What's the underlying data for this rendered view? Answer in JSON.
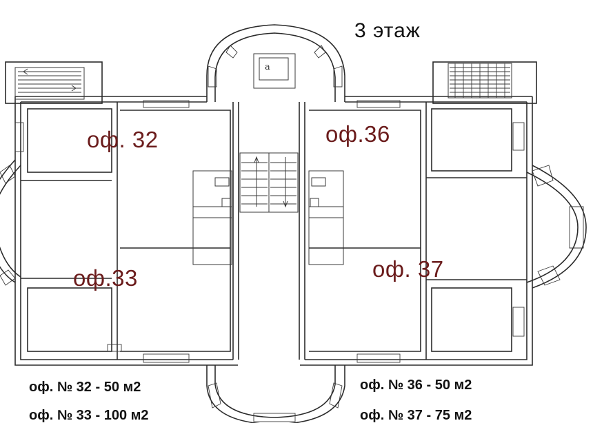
{
  "title": "3 этаж",
  "stair_mark": "а",
  "offices": [
    {
      "id": "32",
      "label": "оф. 32"
    },
    {
      "id": "36",
      "label": "оф.36"
    },
    {
      "id": "33",
      "label": "оф.33"
    },
    {
      "id": "37",
      "label": "оф. 37"
    }
  ],
  "areas": [
    {
      "office": "32",
      "text": "оф. № 32 -  50 м2"
    },
    {
      "office": "33",
      "text": "оф. № 33 - 100 м2"
    },
    {
      "office": "36",
      "text": "оф. № 36 - 50 м2"
    },
    {
      "office": "37",
      "text": "оф. № 37 - 75 м2"
    }
  ],
  "colors": {
    "office_label": "#6b1c1c",
    "walls": "#2b2b2b",
    "text": "#111111"
  }
}
